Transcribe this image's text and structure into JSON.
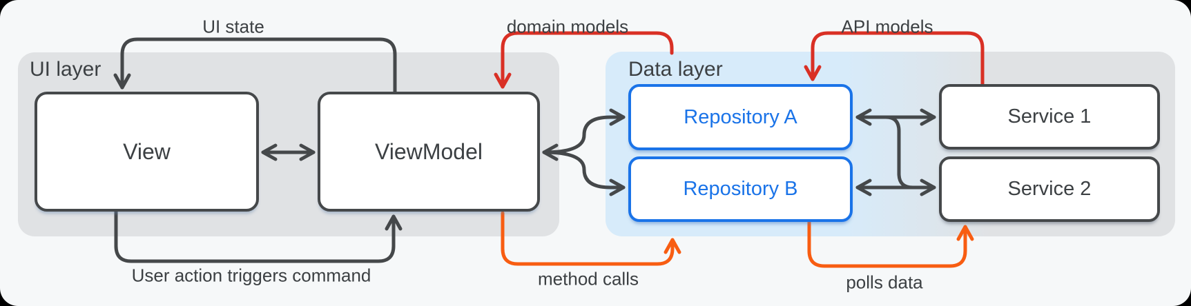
{
  "layers": {
    "ui": {
      "label": "UI layer"
    },
    "data": {
      "label": "Data layer"
    }
  },
  "nodes": {
    "view": {
      "label": "View"
    },
    "viewmodel": {
      "label": "ViewModel"
    },
    "repo_a": {
      "label": "Repository A"
    },
    "repo_b": {
      "label": "Repository B"
    },
    "service_1": {
      "label": "Service 1"
    },
    "service_2": {
      "label": "Service 2"
    }
  },
  "edges": {
    "ui_state": {
      "label": "UI state",
      "color": "#45484a"
    },
    "user_action": {
      "label": "User action triggers command",
      "color": "#45484a"
    },
    "view_viewmodel": {
      "label": "",
      "color": "#45484a"
    },
    "vm_repos_fork": {
      "label": "",
      "color": "#45484a"
    },
    "repo_service": {
      "label": "",
      "color": "#45484a"
    },
    "domain_models": {
      "label": "domain models",
      "color": "#d93025"
    },
    "api_models": {
      "label": "API models",
      "color": "#d93025"
    },
    "method_calls": {
      "label": "method calls",
      "color": "#f85d12"
    },
    "polls_data": {
      "label": "polls data",
      "color": "#f85d12"
    }
  },
  "colors": {
    "dark_stroke": "#45484a",
    "red_stroke": "#d93025",
    "orange_stroke": "#f85d12",
    "repo_blue": "#1a73e8",
    "text_gray": "#3c4043",
    "ui_layer_bg": "#e0e2e4",
    "data_layer_blue": "#d7ebfa",
    "canvas_bg": "#f6f8f9",
    "node_bg": "#ffffff"
  }
}
